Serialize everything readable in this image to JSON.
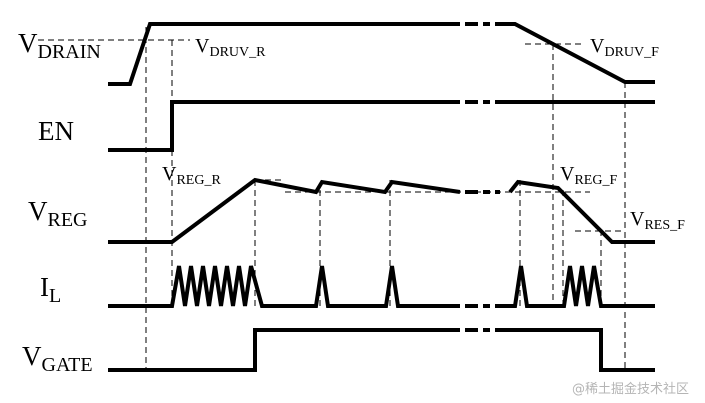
{
  "signals": {
    "vdrain": {
      "main": "V",
      "sub": "DRAIN"
    },
    "en": {
      "main": "EN"
    },
    "vreg": {
      "main": "V",
      "sub": "REG"
    },
    "il": {
      "main": "I",
      "sub": "L"
    },
    "vgate": {
      "main": "V",
      "sub": "GATE"
    }
  },
  "annotations": {
    "vdruv_r": {
      "main": "V",
      "sub": "DRUV_R"
    },
    "vdruv_f": {
      "main": "V",
      "sub": "DRUV_F"
    },
    "vreg_r": {
      "main": "V",
      "sub": "REG_R"
    },
    "vreg_f": {
      "main": "V",
      "sub": "REG_F"
    },
    "vres_f": {
      "main": "V",
      "sub": "RES_F"
    }
  },
  "watermark": "@稀土掘金技术社区"
}
